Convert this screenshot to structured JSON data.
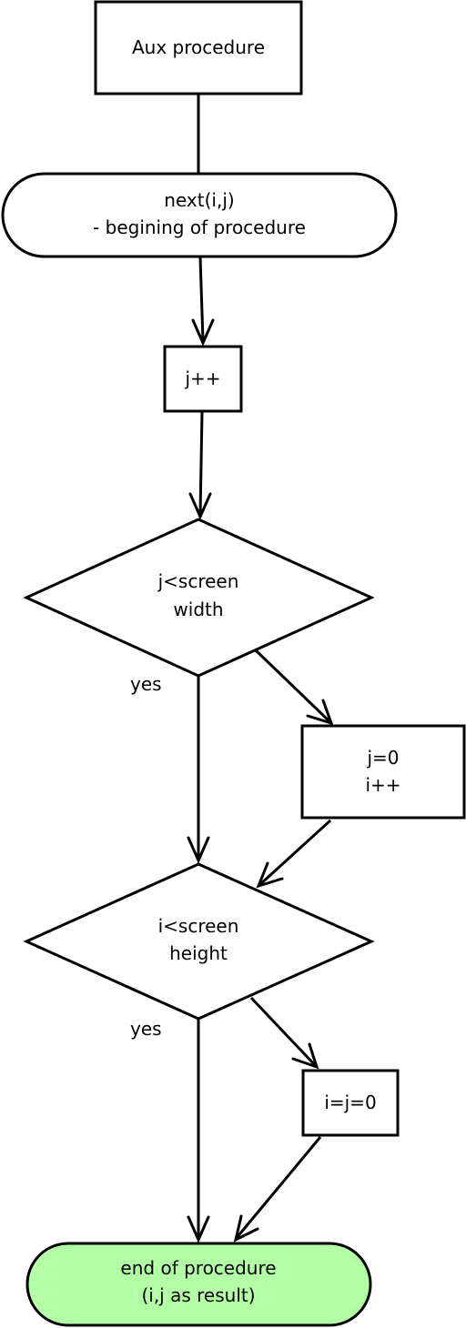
{
  "nodes": {
    "aux_procedure": {
      "label": "Aux procedure"
    },
    "next_begin": {
      "line1": "next(i,j)",
      "line2": "- begining of procedure"
    },
    "j_increment": {
      "label": "j++"
    },
    "j_check": {
      "line1": "j<screen",
      "line2": "width"
    },
    "reset_j": {
      "line1": "j=0",
      "line2": "i++"
    },
    "i_check": {
      "line1": "i<screen",
      "line2": "height"
    },
    "reset_ij": {
      "label": "i=j=0"
    },
    "end_procedure": {
      "line1": "end of procedure",
      "line2": "(i,j as result)"
    }
  },
  "edge_labels": {
    "j_check_yes": "yes",
    "i_check_yes": "yes"
  },
  "colors": {
    "stroke": "#000000",
    "background": "#ffffff",
    "end_fill": "#b3ffa6"
  }
}
